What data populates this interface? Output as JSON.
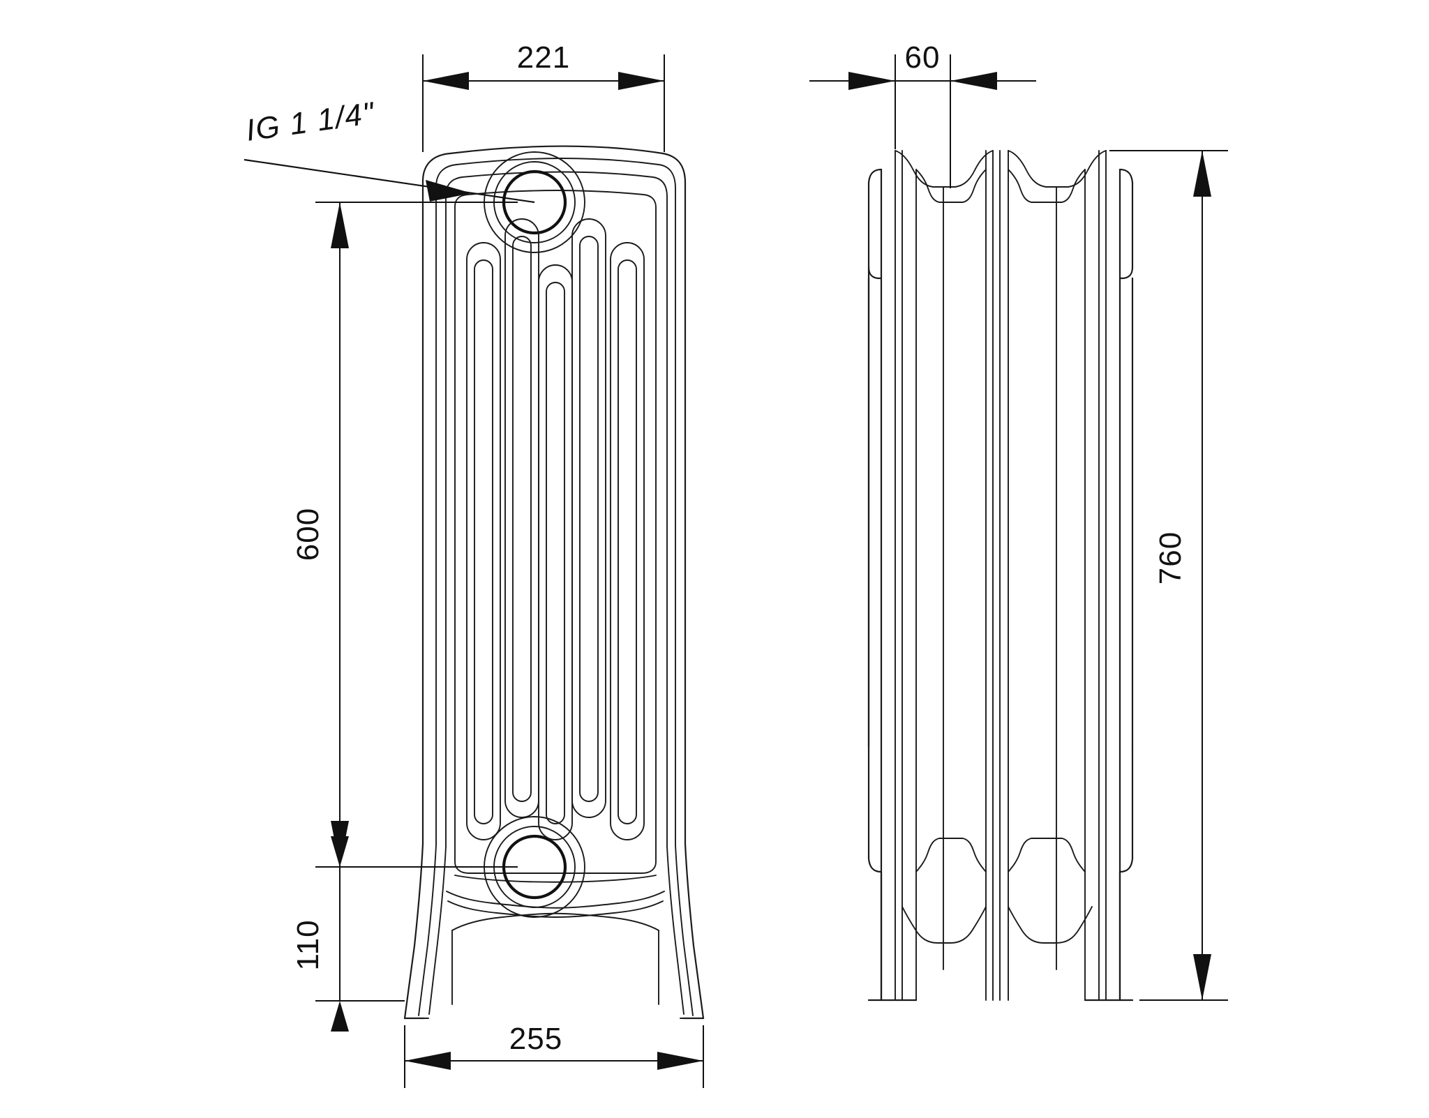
{
  "drawing": {
    "title": "Cast iron column radiator — front and side elevation",
    "units": "mm",
    "line_color": "#1a1a1a",
    "background_color": "#ffffff"
  },
  "views": {
    "front": {
      "name": "front-elevation",
      "columns": 5,
      "port_count": 2
    },
    "side": {
      "name": "side-elevation",
      "sections": 4
    }
  },
  "dimensions": {
    "width_top": {
      "value": "221",
      "placement": "top-horizontal",
      "view": "front"
    },
    "width_base": {
      "value": "255",
      "placement": "bottom-horizontal",
      "view": "front"
    },
    "height_centers": {
      "value": "600",
      "placement": "left-vertical",
      "view": "front"
    },
    "height_base": {
      "value": "110",
      "placement": "left-vertical-lower",
      "view": "front"
    },
    "section_depth": {
      "value": "60",
      "placement": "top-horizontal",
      "view": "side"
    },
    "overall_height": {
      "value": "760",
      "placement": "right-vertical",
      "view": "side"
    }
  },
  "annotations": {
    "thread_callout": {
      "text": "IG 1 1/4\"",
      "target": "upper-port",
      "style": "italic-leader"
    }
  }
}
